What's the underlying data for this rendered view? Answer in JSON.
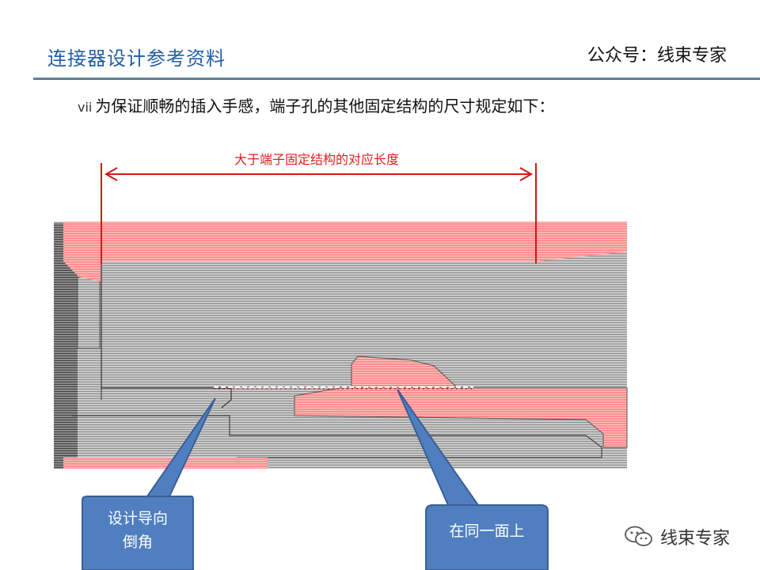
{
  "header": {
    "title": "连接器设计参考资料",
    "account": "公众号：线束专家"
  },
  "note": {
    "number": "vii",
    "text": "为保证顺畅的插入手感，端子孔的其他固定结构的尺寸规定如下："
  },
  "drawing": {
    "dimension_label": "大于端子固定结构的对应长度",
    "callouts": {
      "left": [
        "设计导向",
        "倒角"
      ],
      "right": "在同一面上"
    },
    "colors": {
      "highlight": "#ff8a8a",
      "callout_fill": "#4f7fbf",
      "callout_border": "#3a5f96",
      "dimension": "#d01818"
    }
  },
  "watermark": {
    "text": "线束专家",
    "icon": "wechat-icon"
  }
}
